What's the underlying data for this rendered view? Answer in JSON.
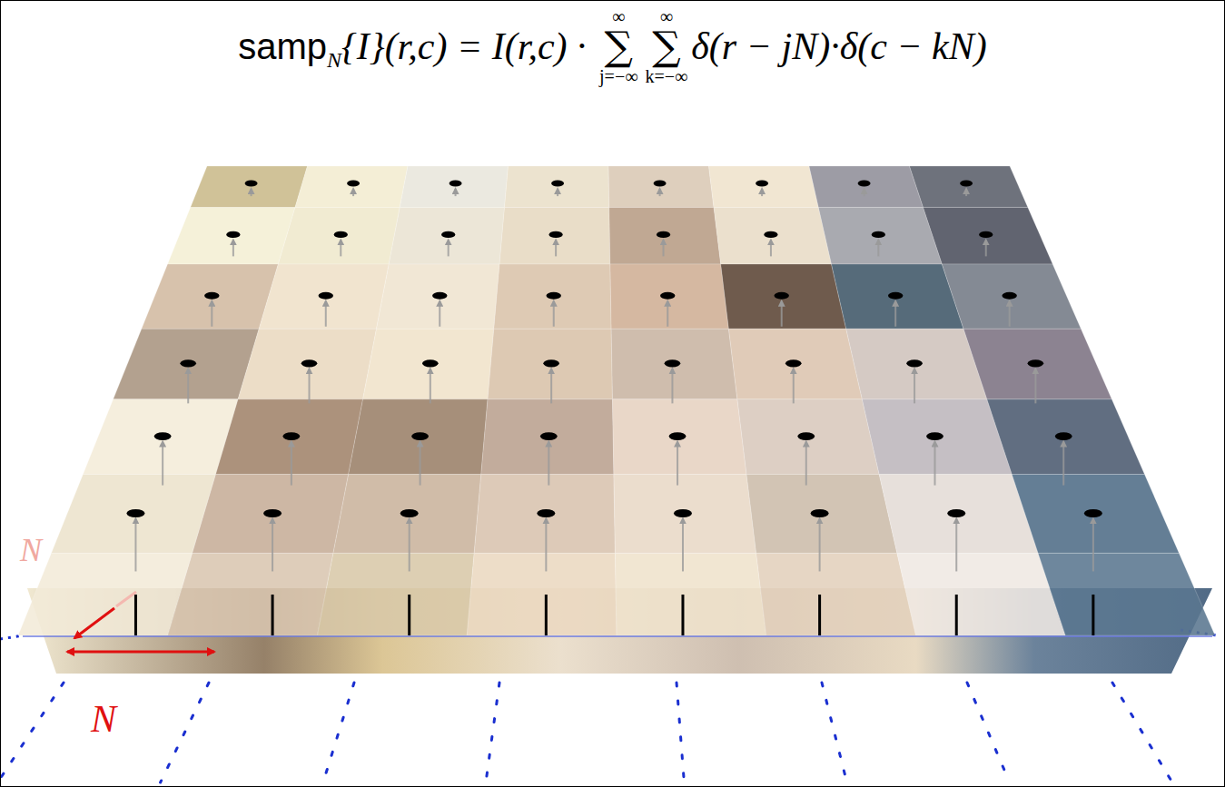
{
  "diagram": {
    "labels": [
      "samp",
      "N",
      "{I}(r,c) = I(r,c) · ",
      "∞",
      "∑",
      "j=−∞",
      "∞",
      "∑",
      "k=−∞",
      "δ(r − jN)·δ(c − kN)",
      "N",
      "N"
    ]
  }
}
